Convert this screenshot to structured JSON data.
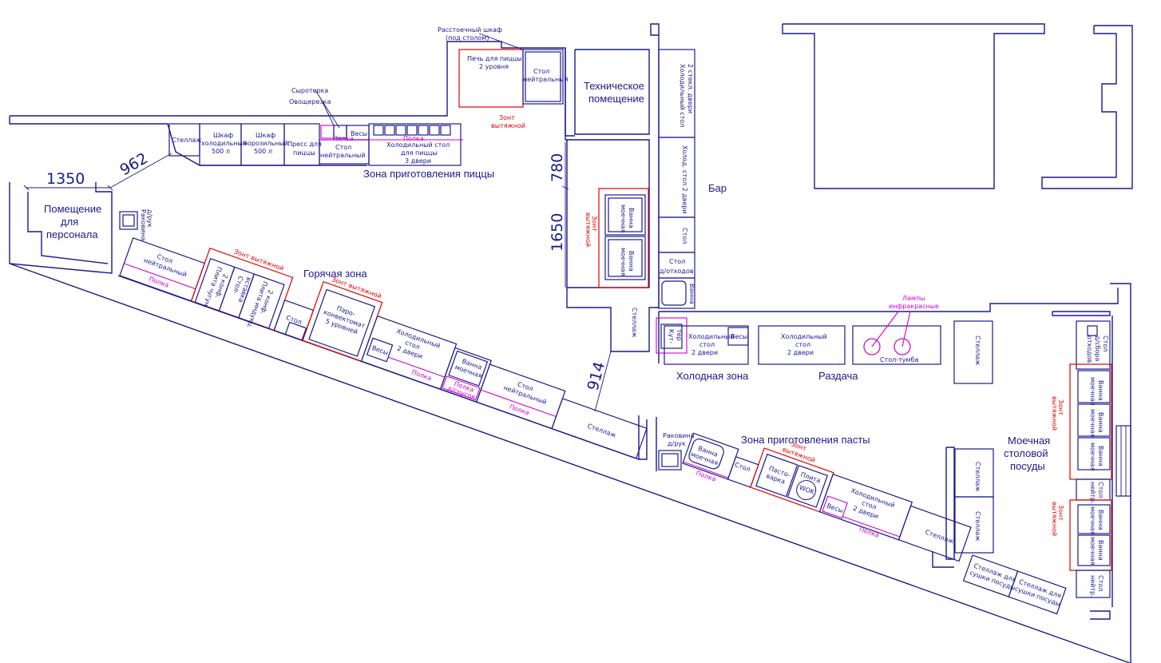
{
  "zones": {
    "pizza": "Зона приготовления пиццы",
    "hot": "Горячая зона",
    "cold": "Холодная зона",
    "serving": "Раздача",
    "bar": "Бар",
    "pasta": "Зона приготовления пасты",
    "tech_l1": "Техническое",
    "tech_l2": "помещение",
    "staff_l1": "Помещение",
    "staff_l2": "для",
    "staff_l3": "персонала",
    "dish_l1": "Моечная",
    "dish_l2": "столовой",
    "dish_l3": "посуды"
  },
  "dimensions": {
    "d1350": "1350",
    "d962": "962",
    "d780": "780",
    "d1650": "1650",
    "d914": "914"
  },
  "labels": {
    "proofing_l1": "Расстоечный шкаф",
    "proofing_l2": "(под столом)",
    "oven_l1": "Печь для пиццы",
    "oven_l2": "2 уровня",
    "neutral_table": "Стол",
    "neutral_table2": "нейтральный",
    "hood": "Зонт",
    "hood2": "вытяжной",
    "hood_full": "Зонт вытяжной",
    "grater": "Сыротерка",
    "veg_cutter": "Овощерезка",
    "scales": "Весы",
    "shelf": "Полка",
    "rack": "Стеллаж",
    "fridge_cab_l1": "Шкаф",
    "fridge_cab_l2": "холодильный",
    "fridge_cab_l3": "500 л",
    "freezer_l2": "морозильный",
    "press_l1": "Пресс для",
    "press_l2": "пиццы",
    "cold_pizza_l1": "Холодильный стол",
    "cold_pizza_l2": "для пиццы",
    "cold_pizza_l3": "3 двери",
    "sink_l1": "Ванна",
    "sink_l2": "моечная",
    "handsink_l1": "Раковина",
    "handsink_l2": "д/рук",
    "stove_cast_l1": "Плита чугун.",
    "stove_cast_l2": "2 конф.",
    "insert_l1": "Стол-",
    "insert_l2": "вставка",
    "stove_ind_l1": "Плита индукц.",
    "stove_ind_l2": "2 конф.",
    "combi_l1": "Паро-",
    "combi_l2": "конвектомат",
    "combi_l3": "5 уровней",
    "cold_table_l1": "Холодильный",
    "cold_table_l2": "стол",
    "cold_table_l3": "2 двери",
    "waste_table_l1": "Стол",
    "waste_table_l2": "д/отходов",
    "bar_cold_glass_l1": "Холодильный стол",
    "bar_cold_glass_l2": "2 стекл. двери",
    "bar_cold_l1": "Холод. стол 2 двери",
    "bar_table": "Стол",
    "ir_lamps_l1": "Лампы",
    "ir_lamps_l2": "инфракрасные",
    "pedestal": "Стол-тумба",
    "cutter_l1": "Кут-",
    "cutter_l2": "тер",
    "pasta_cooker_l1": "Пасто-",
    "pasta_cooker_l2": "варка",
    "wok_l1": "Плита",
    "wok_l2": "WOK",
    "dry_rack_l1": "Стеллаж для",
    "dry_rack_l2": "сушки посуды",
    "waste_disposal_l1": "Стол",
    "waste_disposal_l2": "д/сбора",
    "waste_disposal_l3": "отходов",
    "neutral_short_l1": "Стол",
    "neutral_short_l2": "нейтр.",
    "shelf_grease": "Полка",
    "shelf_sauce": "д/соусов",
    "sink_bar": "Ванна"
  }
}
